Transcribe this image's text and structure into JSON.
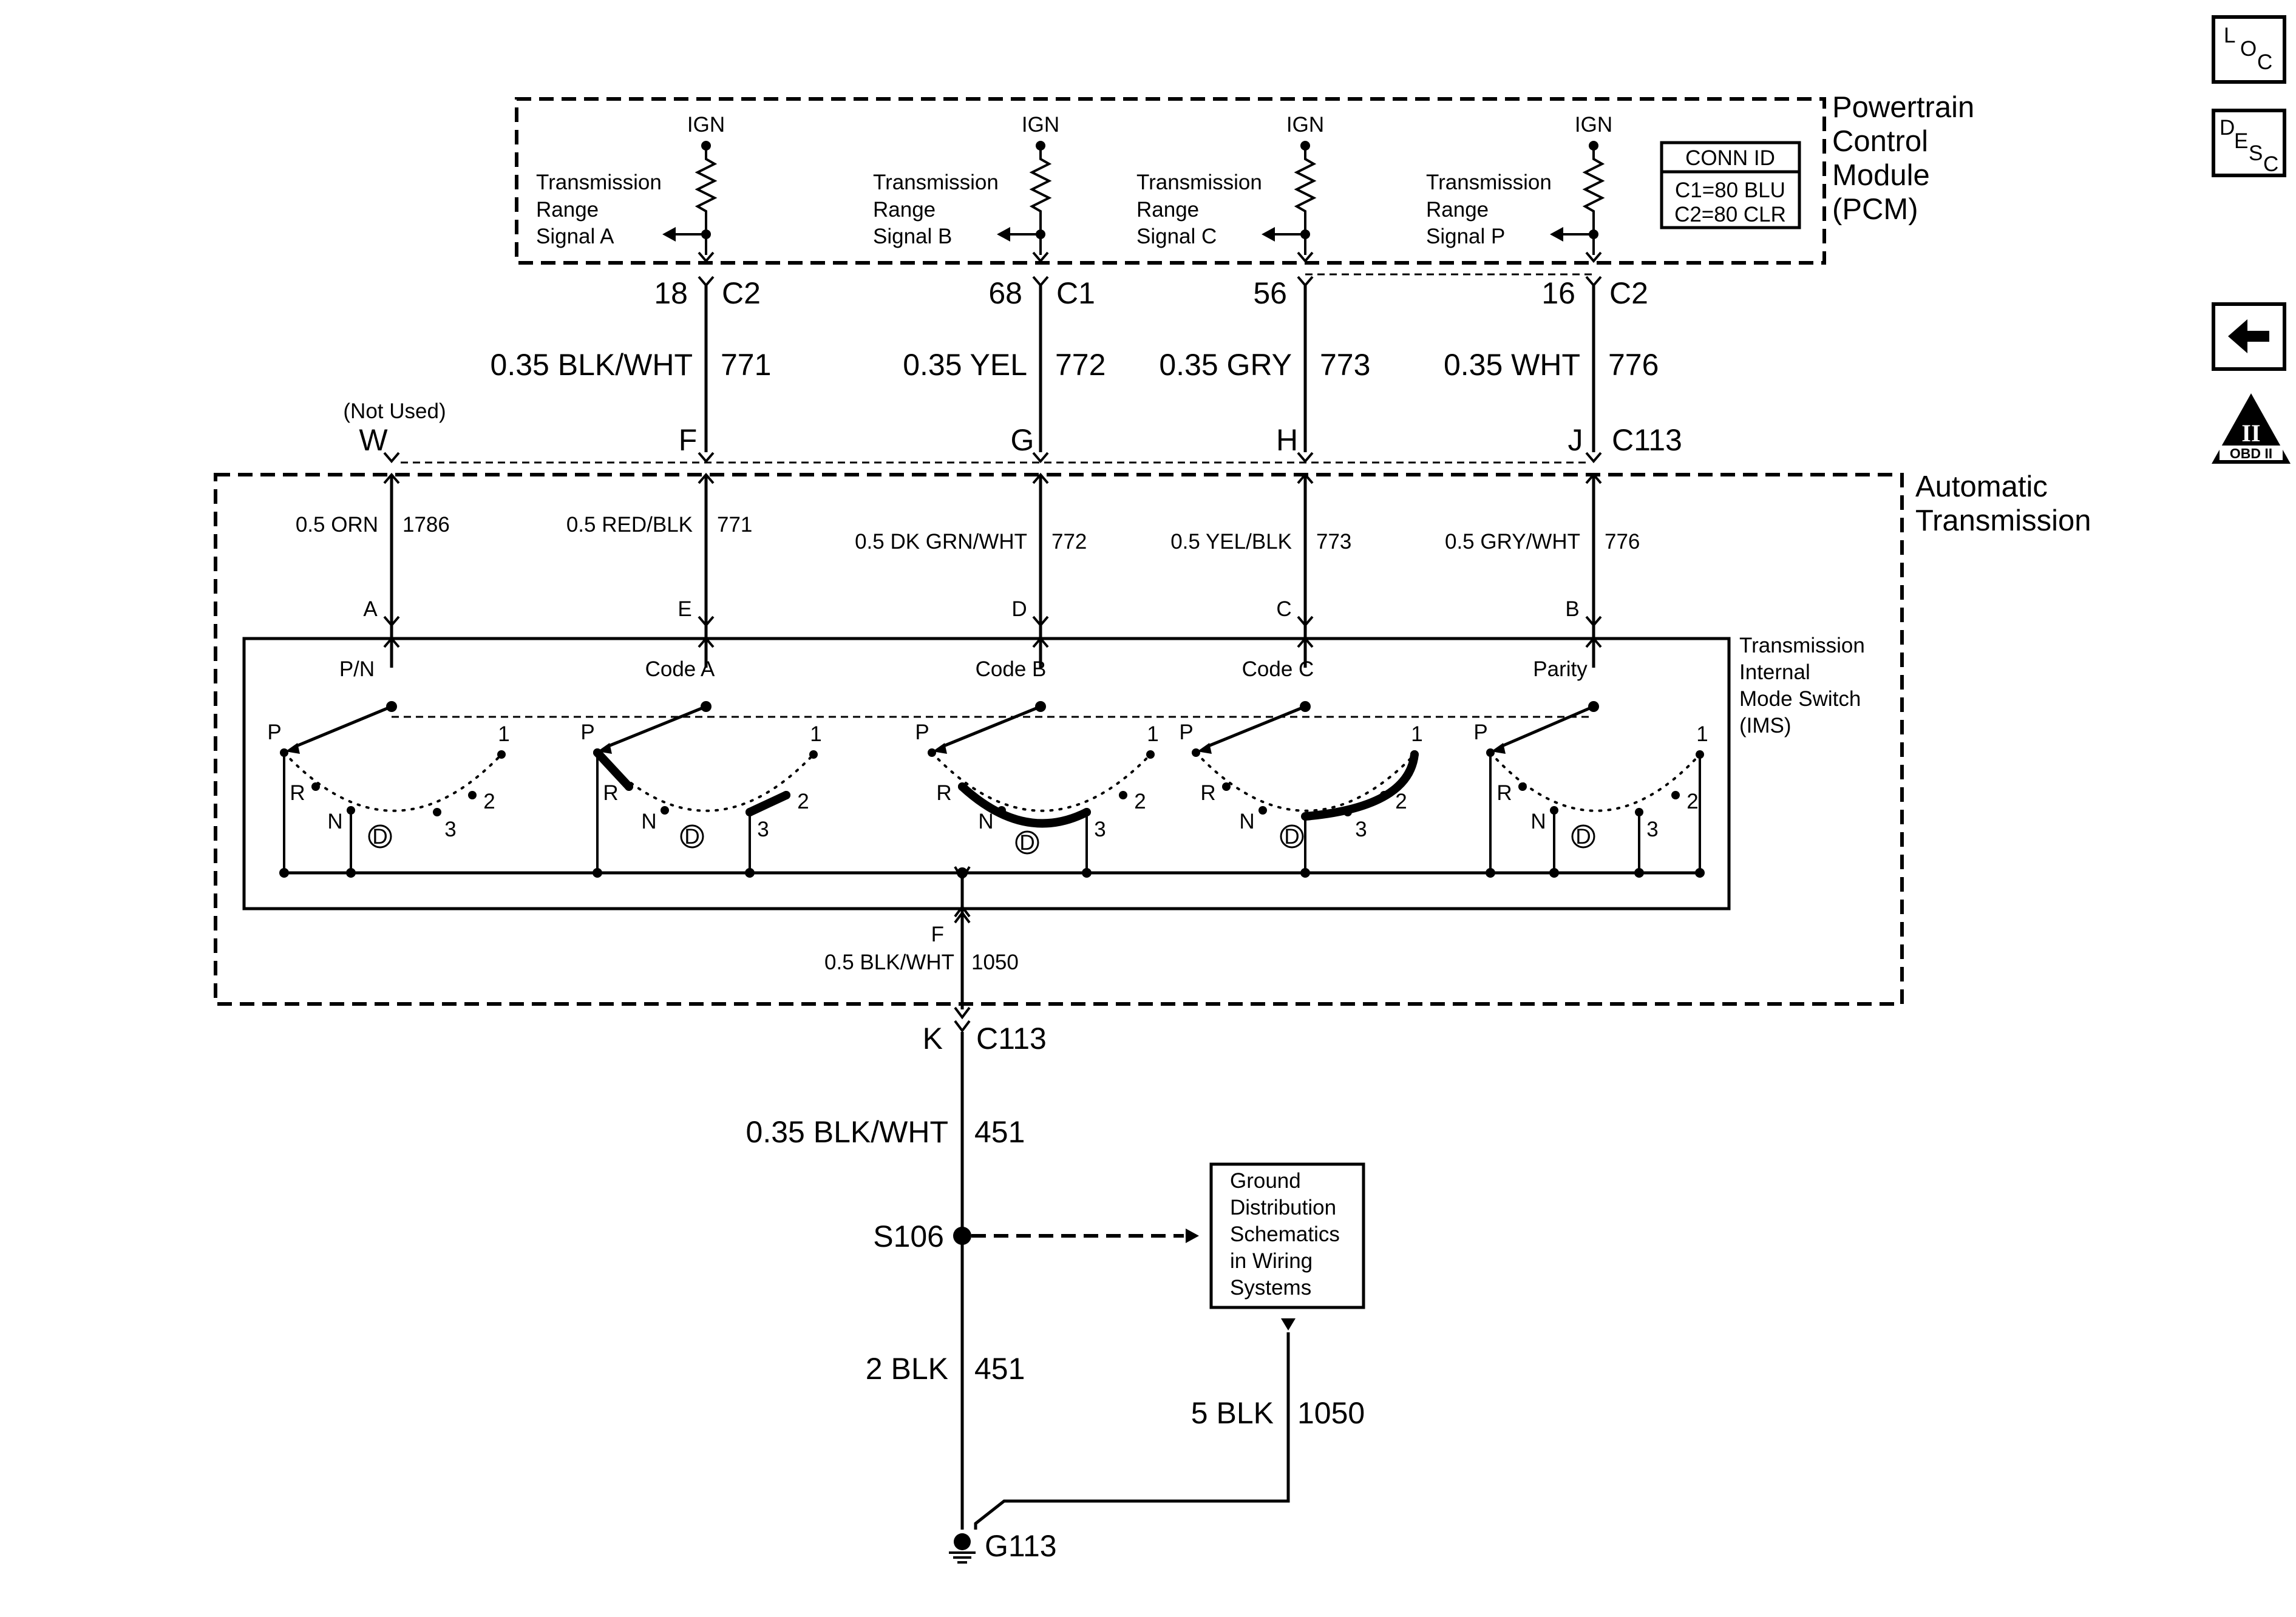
{
  "pcm": {
    "title_lines": [
      "Powertrain",
      "Control",
      "Module",
      "(PCM)"
    ],
    "ign": "IGN",
    "signals": [
      {
        "lines": [
          "Transmission",
          "Range",
          "Signal A"
        ]
      },
      {
        "lines": [
          "Transmission",
          "Range",
          "Signal B"
        ]
      },
      {
        "lines": [
          "Transmission",
          "Range",
          "Signal C"
        ]
      },
      {
        "lines": [
          "Transmission",
          "Range",
          "Signal P"
        ]
      }
    ],
    "conn_id": {
      "title": "CONN ID",
      "lines": [
        "C1=80 BLU",
        "C2=80 CLR"
      ]
    }
  },
  "pcm_pins": [
    {
      "pin": "18",
      "conn": "C2"
    },
    {
      "pin": "68",
      "conn": "C1"
    },
    {
      "pin": "56",
      "conn": ""
    },
    {
      "pin": "16",
      "conn": "C2"
    }
  ],
  "pcm_wires": [
    {
      "wire": "0.35 BLK/WHT",
      "circuit": "771"
    },
    {
      "wire": "0.35 YEL",
      "circuit": "772"
    },
    {
      "wire": "0.35 GRY",
      "circuit": "773"
    },
    {
      "wire": "0.35 WHT",
      "circuit": "776"
    }
  ],
  "c113_top": {
    "not_used": "(Not Used)",
    "pins": [
      "W",
      "F",
      "G",
      "H",
      "J"
    ],
    "conn": "C113"
  },
  "transmission": {
    "title_lines": [
      "Automatic",
      "Transmission"
    ],
    "wires": [
      {
        "wire": "0.5 ORN",
        "circuit": "1786"
      },
      {
        "wire": "0.5 RED/BLK",
        "circuit": "771"
      },
      {
        "wire": "0.5 DK GRN/WHT",
        "circuit": "772"
      },
      {
        "wire": "0.5 YEL/BLK",
        "circuit": "773"
      },
      {
        "wire": "0.5 GRY/WHT",
        "circuit": "776"
      }
    ],
    "ims_pins": [
      "A",
      "E",
      "D",
      "C",
      "B"
    ],
    "ims_title_lines": [
      "Transmission",
      "Internal",
      "Mode Switch",
      "(IMS)"
    ],
    "switch_names": [
      "P/N",
      "Code A",
      "Code B",
      "Code C",
      "Parity"
    ],
    "positions": {
      "p": "P",
      "r": "R",
      "n": "N",
      "d": "D",
      "three": "3",
      "two": "2",
      "one": "1"
    },
    "ground_pin": "F",
    "ground_wire": {
      "wire": "0.5 BLK/WHT",
      "circuit": "1050"
    }
  },
  "c113_bottom": {
    "pin": "K",
    "conn": "C113"
  },
  "ground_path": {
    "wire1": {
      "wire": "0.35 BLK/WHT",
      "circuit": "451"
    },
    "splice": "S106",
    "wire2": {
      "wire": "2 BLK",
      "circuit": "451"
    },
    "wire3": {
      "wire": "5 BLK",
      "circuit": "1050"
    },
    "ground": "G113",
    "ref_box_lines": [
      "Ground",
      "Distribution",
      "Schematics",
      "in Wiring",
      "Systems"
    ]
  },
  "nav": {
    "loc": [
      "L",
      "O",
      "C"
    ],
    "desc": [
      "D",
      "E",
      "S",
      "C"
    ],
    "obd": {
      "numeral": "II",
      "label": "OBD II"
    }
  }
}
